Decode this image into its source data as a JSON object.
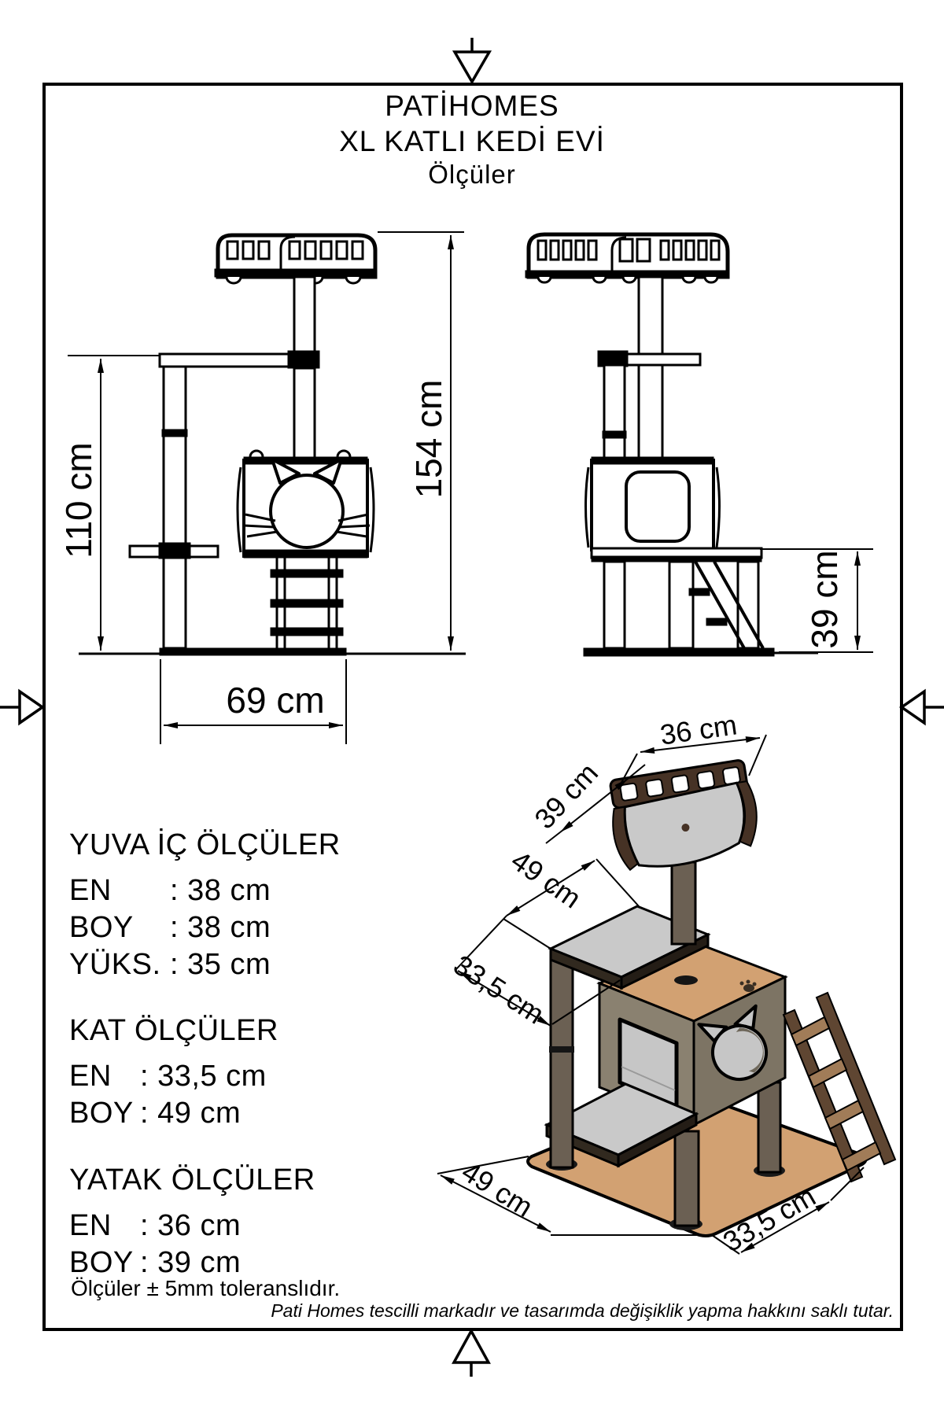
{
  "sheet": {
    "title_line1": "PATİHOMES",
    "title_line2": "XL KATLI KEDİ EVİ",
    "title_line3": "Ölçüler",
    "tolerance_note": "Ölçüler ± 5mm toleranslıdır.",
    "footer_note": "Pati Homes tescilli markadır ve tasarımda değişiklik yapma hakkını saklı tutar."
  },
  "front_view": {
    "height_label": "110 cm",
    "total_height_label": "154 cm",
    "base_width_label": "69 cm"
  },
  "side_view": {
    "stair_height_label": "39 cm"
  },
  "iso_view": {
    "bed_width_label": "36 cm",
    "bed_depth_label": "39 cm",
    "platform_length_label": "49 cm",
    "platform_width_label": "33,5 cm",
    "base_length_label": "49 cm",
    "base_width_label": "33,5 cm"
  },
  "specs": [
    {
      "title": "YUVA İÇ ÖLÇÜLER",
      "rows": [
        {
          "label": "EN",
          "value": ": 38 cm"
        },
        {
          "label": "BOY",
          "value": ": 38 cm"
        },
        {
          "label": "YÜKS.",
          "value": ": 35 cm"
        }
      ]
    },
    {
      "title": "KAT ÖLÇÜLER",
      "rows": [
        {
          "label": "EN",
          "value": ": 33,5 cm"
        },
        {
          "label": "BOY",
          "value": ": 49 cm"
        }
      ]
    },
    {
      "title": "YATAK ÖLÇÜLER",
      "rows": [
        {
          "label": "EN",
          "value": ": 36 cm"
        },
        {
          "label": "BOY",
          "value": ": 39 cm"
        }
      ]
    }
  ],
  "colors": {
    "line": "#000000",
    "wood": "#d2a172",
    "wall_front": "#8a8170",
    "wall_side": "#7d7464",
    "cushion": "#c9c9c9",
    "pole": "#6b6053",
    "bed_frame": "#463225",
    "ladder_rail": "#5f4632",
    "ladder_tread": "#a17c58"
  }
}
